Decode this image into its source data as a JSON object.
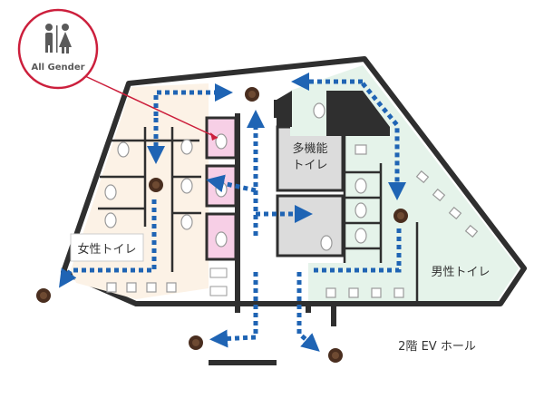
{
  "callout": {
    "text": "All Gender",
    "icon": "all-gender-restroom-icon"
  },
  "rooms": {
    "womens": "女性トイレ",
    "multipurpose_line1": "多機能",
    "multipurpose_line2": "トイレ",
    "mens": "男性トイレ"
  },
  "hall_label": "2階 EV ホール",
  "colors": {
    "womens_floor": "#fcf2e6",
    "mens_floor": "#e5f3ea",
    "all_gender_floor": "#f7cfe6",
    "multipurpose_floor": "#dcdcdc",
    "wall": "#2f2f2f",
    "route_arrow": "#1f64b4",
    "callout_line": "#cc1f3c",
    "fixture": "#ffffff"
  }
}
